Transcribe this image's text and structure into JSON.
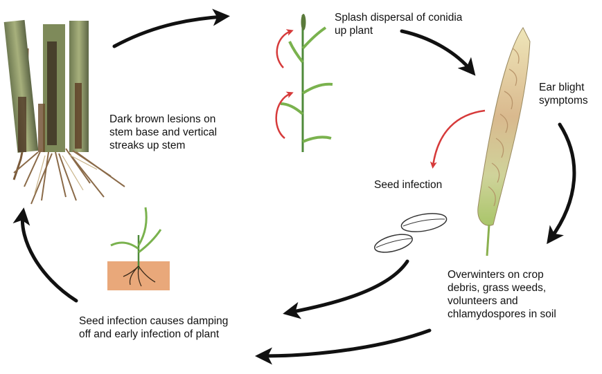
{
  "labels": {
    "lesions": {
      "lines": [
        "Dark brown lesions on",
        "stem base and vertical",
        "streaks up stem"
      ]
    },
    "splash": {
      "lines": [
        "Splash dispersal of conidia",
        "up plant"
      ]
    },
    "ear_blight": {
      "lines": [
        "Ear blight",
        "symptoms"
      ]
    },
    "seed_infection": {
      "lines": [
        "Seed infection"
      ]
    },
    "overwinters": {
      "lines": [
        "Overwinters on crop",
        "debris, grass weeds,",
        "volunteers and",
        "chlamydospores in soil"
      ]
    },
    "damping": {
      "lines": [
        "Seed infection causes damping",
        "off and early infection of plant"
      ]
    }
  },
  "colors": {
    "arrow": "#111111",
    "red_arrow": "#d63a3a",
    "stem_green": "#4e8a3a",
    "leaf_green": "#7ab24e",
    "soil": "#e9a87a",
    "lesion_brown": "#5a3a22",
    "ear_cream": "#e3d9a0"
  }
}
